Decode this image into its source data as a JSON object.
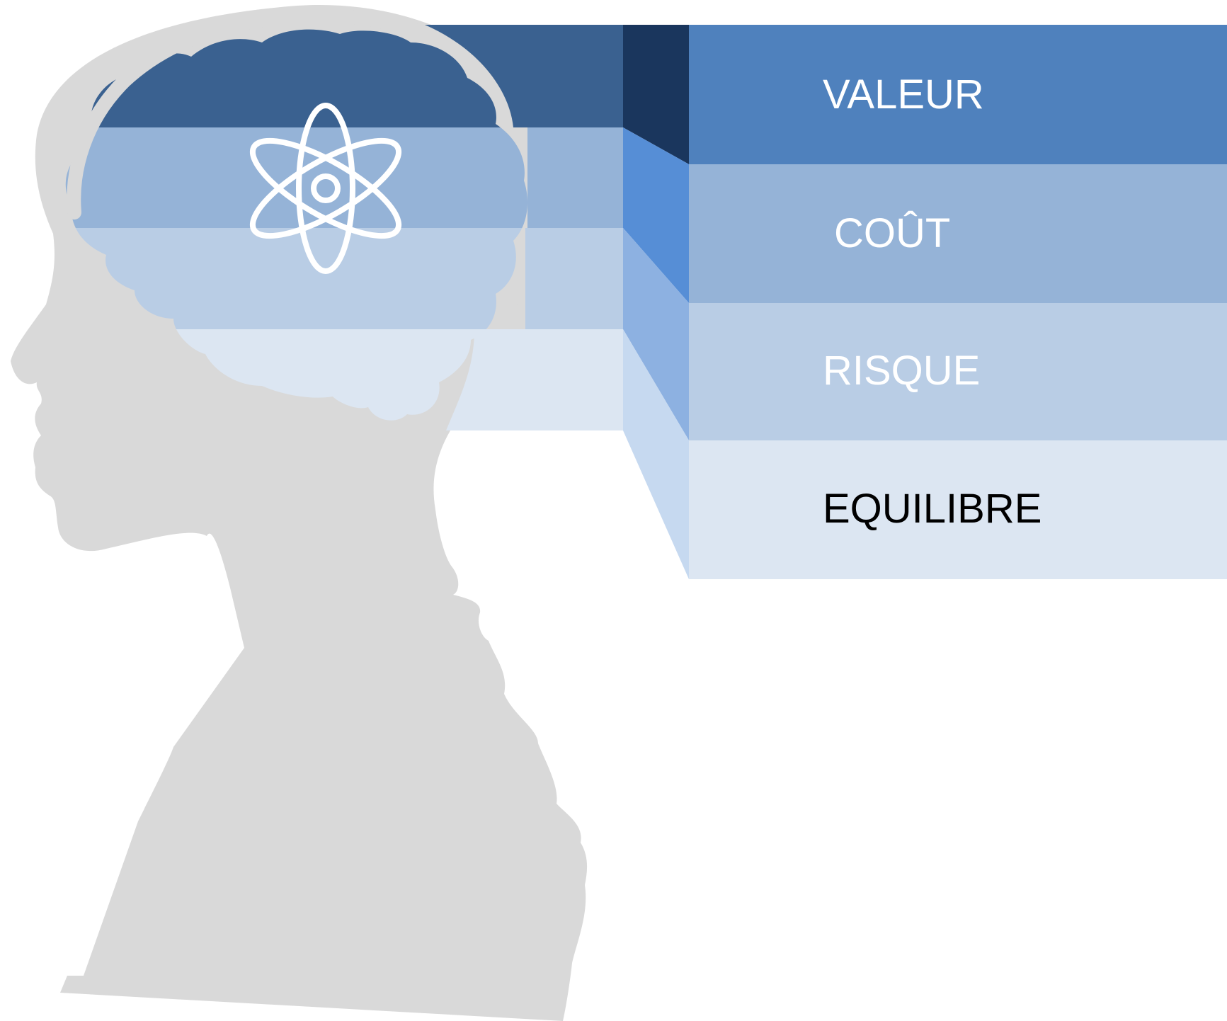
{
  "diagram": {
    "levels": [
      {
        "label": "VALEUR",
        "face_color": "#4F81BD",
        "band_color": "#3A6190",
        "connector_color": "#1A365D",
        "text_color": "#FFFFFF"
      },
      {
        "label": "COÛT",
        "face_color": "#95B3D7",
        "band_color": "#95B3D7",
        "connector_color": "#568ED6",
        "text_color": "#FFFFFF"
      },
      {
        "label": "RISQUE",
        "face_color": "#B9CDE5",
        "band_color": "#B9CDE5",
        "connector_color": "#8DB1E1",
        "text_color": "#FFFFFF"
      },
      {
        "label": "EQUILIBRE",
        "face_color": "#DCE6F2",
        "band_color": "#DCE6F2",
        "connector_color": "#C6D9F0",
        "text_color": "#000000"
      }
    ],
    "silhouette_color": "#D9D9D9",
    "icon": "atom-icon"
  }
}
